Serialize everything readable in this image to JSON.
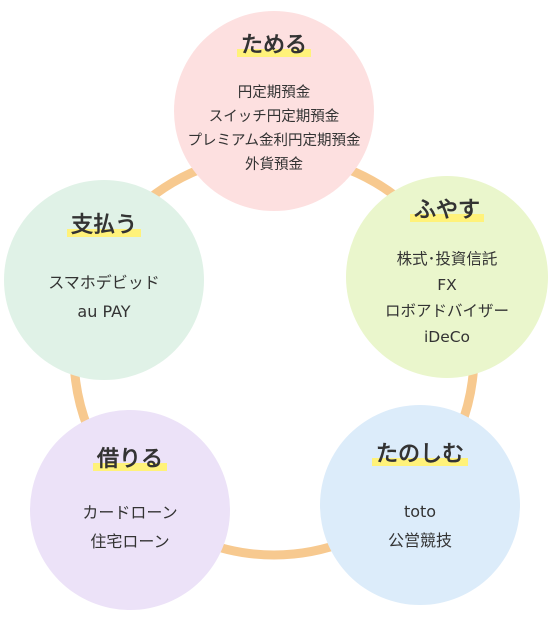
{
  "colors": {
    "ring": "#f7c98f",
    "highlight": "#fff27a",
    "text": "#333333"
  },
  "nodes": [
    {
      "id": "tameru",
      "title": "ためる",
      "color": "#fde0e0",
      "items": [
        "円定期預金",
        "スイッチ円定期預金",
        "プレミアム金利円定期預金",
        "外貨預金"
      ]
    },
    {
      "id": "fuyasu",
      "title": "ふやす",
      "color": "#eaf6cc",
      "items": [
        "株式･投資信託",
        "FX",
        "ロボアドバイザー",
        "iDeCo"
      ]
    },
    {
      "id": "tanoshimu",
      "title": "たのしむ",
      "color": "#dcecfa",
      "items": [
        "toto",
        "公営競技"
      ]
    },
    {
      "id": "kariru",
      "title": "借りる",
      "color": "#ece2f8",
      "items": [
        "カードローン",
        "住宅ローン"
      ]
    },
    {
      "id": "shiharau",
      "title": "支払う",
      "color": "#e0f2e7",
      "items": [
        "スマホデビッド",
        "au PAY"
      ]
    }
  ]
}
